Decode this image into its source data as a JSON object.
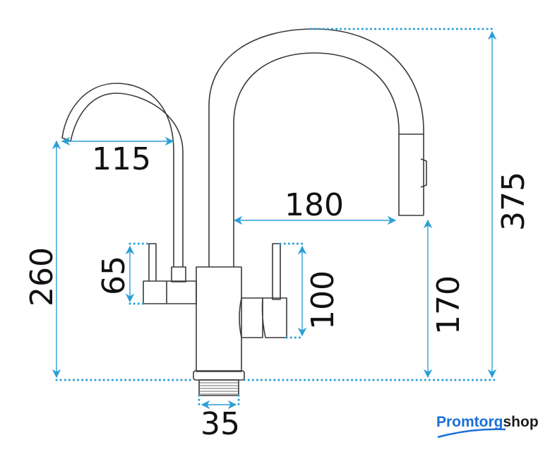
{
  "dimensions": {
    "total_height": "375",
    "left_spout_height": "260",
    "left_spout_reach": "115",
    "main_spout_reach": "180",
    "main_spout_clearance": "170",
    "left_handle_height": "65",
    "right_handle_height": "100",
    "thread_diameter": "35"
  },
  "brand": {
    "part1": "Promtorg",
    "part2": "shop",
    "color": "#1a6fd8"
  },
  "colors": {
    "dimension": "#2a9fd6",
    "outline": "#3a3a3a"
  }
}
